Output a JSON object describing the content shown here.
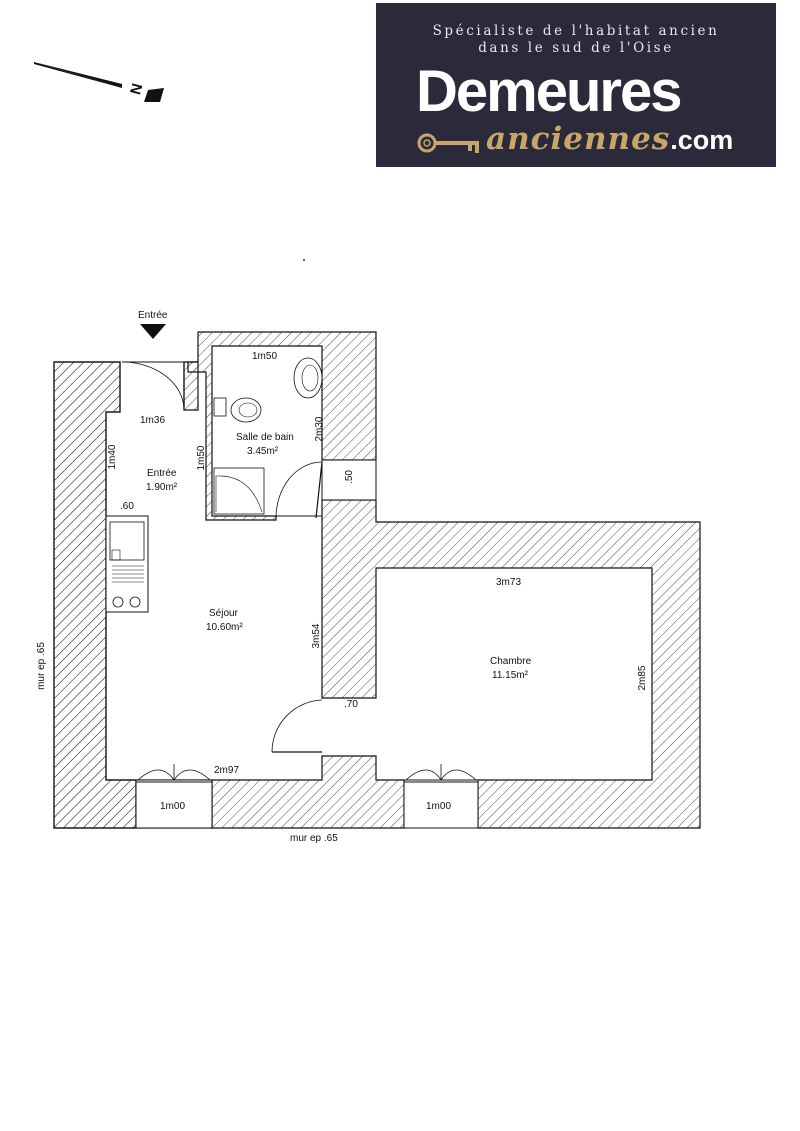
{
  "banner": {
    "tagline_line1": "Spécialiste de l'habitat ancien",
    "tagline_line2": "dans le sud de l'Oise",
    "brand_main": "Demeures",
    "brand_sub": "anciennes",
    "brand_tld": ".com"
  },
  "north_arrow": {
    "label": "N",
    "icon": "north-arrow-icon"
  },
  "entrance": {
    "label": "Entrée",
    "icon": "entrance-arrow-icon"
  },
  "rooms": {
    "entree": {
      "name": "Entrée",
      "area": "1.90m²"
    },
    "salle_de_bain": {
      "name": "Salle de bain",
      "area": "3.45m²"
    },
    "sejour": {
      "name": "Séjour",
      "area": "10.60m²"
    },
    "chambre": {
      "name": "Chambre",
      "area": "11.15m²"
    }
  },
  "dimensions": {
    "bath_width": "1m50",
    "entree_width": "1m36",
    "bath_height": "2m30",
    "entree_depth": "1m40",
    "bath_wall": "1m50",
    "bath_door": ".50",
    "kitchen": ".60",
    "sejour_depth": "3m54",
    "chambre_width": "3m73",
    "chambre_depth": "2m85",
    "chambre_door": ".70",
    "sejour_width": "2m97",
    "window_left": "1m00",
    "window_right": "1m00"
  },
  "walls": {
    "left_wall": "mur ep .65",
    "bottom_wall": "mur ep .65"
  },
  "colors": {
    "banner_bg": "#2a2a3a",
    "brand_gold": "#c9a56a",
    "wall_line": "#111111"
  }
}
